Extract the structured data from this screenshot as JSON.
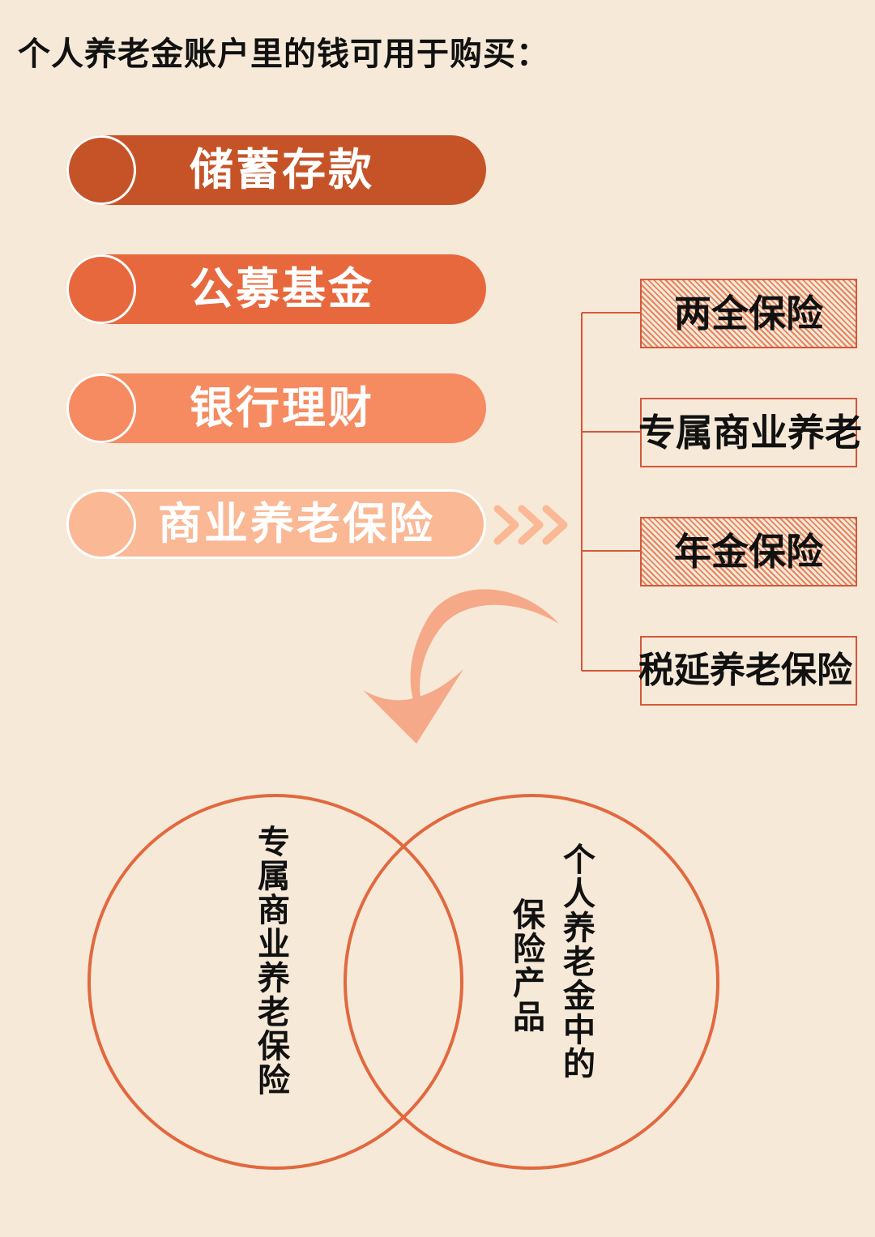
{
  "title": "个人养老金账户里的钱可用于购买：",
  "products": [
    {
      "label": "储蓄存款",
      "color": "#c65327"
    },
    {
      "label": "公募基金",
      "color": "#e8683e"
    },
    {
      "label": "银行理财",
      "color": "#f68a60"
    },
    {
      "label": "商业养老保险",
      "color": "#fab895"
    }
  ],
  "insurance_types": [
    {
      "label": "两全保险"
    },
    {
      "label": "专属商业养老"
    },
    {
      "label": "年金保险"
    },
    {
      "label": "税延养老保险"
    }
  ],
  "venn": {
    "left": "专属商业养老保险",
    "right_line1": "个人养老金中的",
    "right_line2": "保险产品"
  },
  "colors": {
    "background": "#f6e9d8",
    "accent": "#d4583a",
    "arrow": "#f5a988"
  }
}
